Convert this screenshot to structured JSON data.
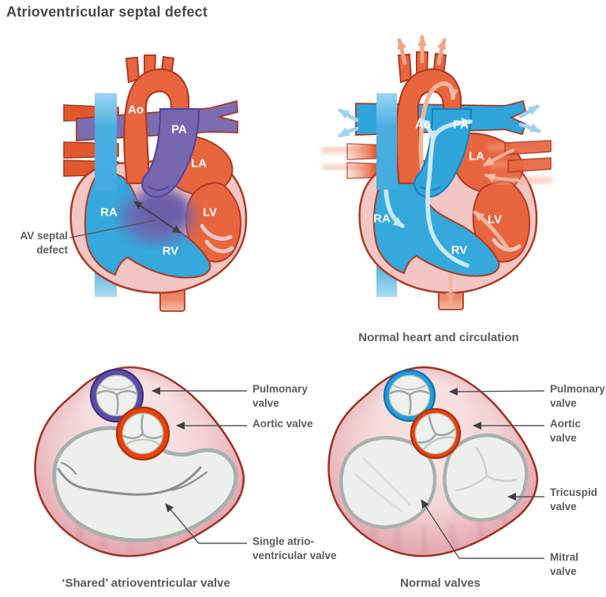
{
  "title": "Atrioventricular septal defect",
  "defect_heart": {
    "labels": {
      "ao": "Ao",
      "pa": "PA",
      "la": "LA",
      "ra": "RA",
      "lv": "LV",
      "rv": "RV"
    },
    "annotation": "AV septal defect"
  },
  "normal_heart": {
    "labels": {
      "ao": "Ao",
      "pa": "PA",
      "la": "LA",
      "ra": "RA",
      "lv": "LV",
      "rv": "RV"
    },
    "caption": "Normal heart and circulation"
  },
  "shared_valves": {
    "annotations": {
      "pulmonary": "Pulmonary valve",
      "aortic": "Aortic valve",
      "single_av": "Single atrio-ventricular valve"
    },
    "caption": "‘Shared’ atrioventricular valve"
  },
  "normal_valves": {
    "annotations": {
      "pulmonary": "Pulmonary valve",
      "aortic": "Aortic valve",
      "tricuspid": "Tricuspid valve",
      "mitral": "Mitral valve"
    },
    "caption": "Normal valves"
  },
  "colors": {
    "oxygenated_red": "#E8653E",
    "deoxygenated_blue": "#2FA5DC",
    "mixed_purple": "#7568AE",
    "heart_wall_pink": "#F2C6C5",
    "vessel_outline": "#A93A24",
    "muscle_pink": "#D78F9B",
    "valve_leaflet": "#EDF0ED",
    "pulmonary_ring_shared": "#5B4EA6",
    "pulmonary_ring_normal": "#229CDA",
    "aortic_ring": "#E8430D",
    "label_text": "#5A5B5E",
    "chamber_text": "#FFFFFF"
  }
}
